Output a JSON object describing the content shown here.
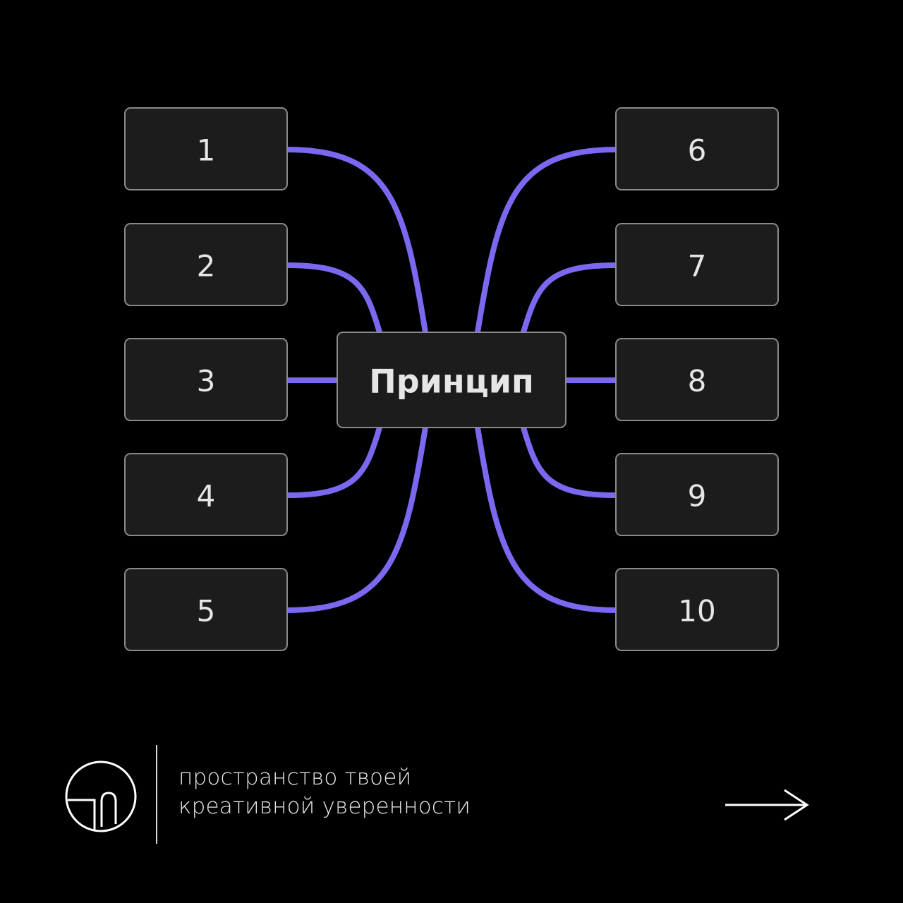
{
  "diagram": {
    "center": {
      "label": "Принцип"
    },
    "left_nodes": [
      {
        "label": "1"
      },
      {
        "label": "2"
      },
      {
        "label": "3"
      },
      {
        "label": "4"
      },
      {
        "label": "5"
      }
    ],
    "right_nodes": [
      {
        "label": "6"
      },
      {
        "label": "7"
      },
      {
        "label": "8"
      },
      {
        "label": "9"
      },
      {
        "label": "10"
      }
    ],
    "colors": {
      "background": "#000000",
      "connector": "#7b68f0",
      "box_fill": "#1c1c1c",
      "box_border": "#8a8a8a",
      "text": "#e6e6e6"
    }
  },
  "footer": {
    "logo_icon": "circle-h-logo-icon",
    "tagline_line1": "пространство твоей",
    "tagline_line2": "креативной уверенности",
    "next_icon": "arrow-right-icon"
  }
}
